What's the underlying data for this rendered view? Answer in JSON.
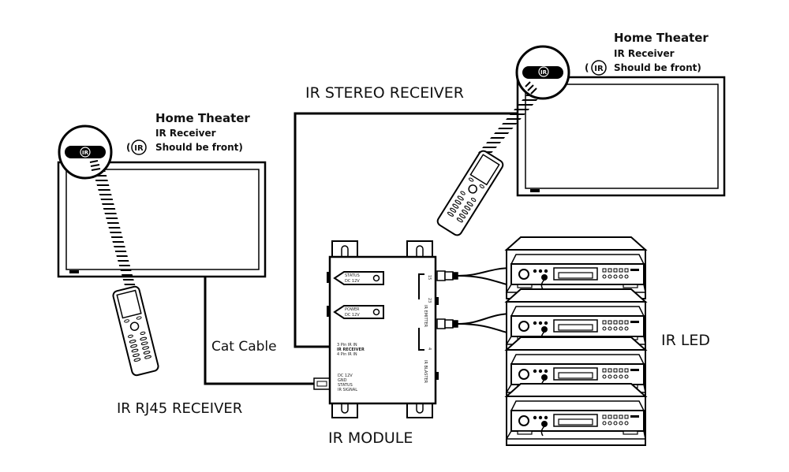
{
  "diagram": {
    "labels": {
      "ir_stereo_receiver": "IR STEREO RECEIVER",
      "cat_cable": "Cat Cable",
      "ir_rj45_receiver": "IR RJ45 RECEIVER",
      "ir_module": "IR MODULE",
      "ir_led": "IR LED"
    },
    "left_tv_callout": {
      "title": "Home Theater",
      "line2": "IR Receiver",
      "line3_prefix": "(",
      "line3_badge": "IR",
      "line3_suffix": "Should be front)",
      "window_badge": "IR"
    },
    "right_tv_callout": {
      "title": "Home Theater",
      "line2": "IR Receiver",
      "line3_prefix": "(",
      "line3_badge": "IR",
      "line3_suffix": "Should be front)",
      "window_badge": "IR"
    },
    "module": {
      "status_tag": [
        "STATUS",
        "DC 12V"
      ],
      "power_tag": [
        "POWER",
        "DC 12V"
      ],
      "receiver_port": [
        "3 Pin IR IN",
        "IR RECEIVER",
        "4 Pin IR IN"
      ],
      "rj45_pins": [
        "DC 12V",
        "GND",
        "STATUS",
        "IR SIGNAL"
      ],
      "emitter_numbers": [
        "15",
        "23",
        "4"
      ],
      "emitter_label": "IR EMITTER",
      "blaster_label": "IR BLASTER"
    },
    "rack": {
      "devices": 4
    }
  }
}
